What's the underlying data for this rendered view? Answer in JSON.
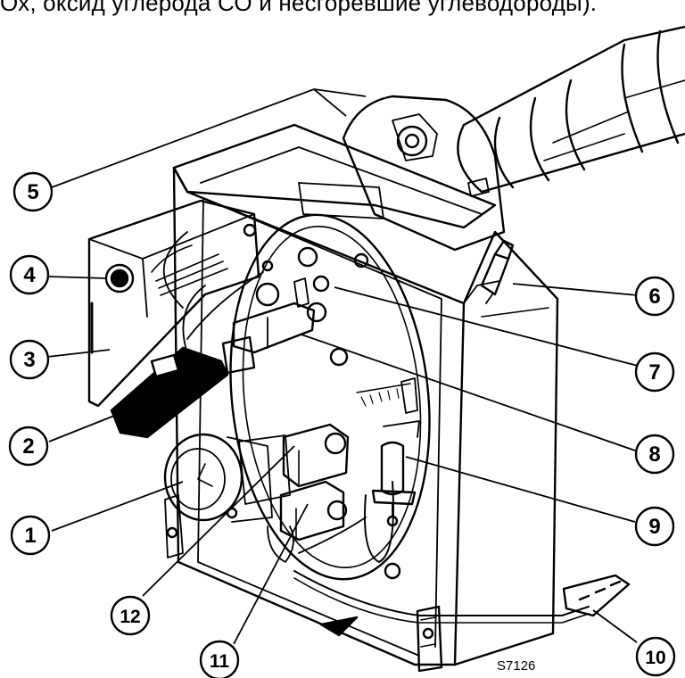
{
  "header_text": "Ох, оксид углерода СО и несгоревшие углеводороды).",
  "callouts": [
    {
      "id": "1",
      "label": "1"
    },
    {
      "id": "2",
      "label": "2"
    },
    {
      "id": "3",
      "label": "3"
    },
    {
      "id": "4",
      "label": "4"
    },
    {
      "id": "5",
      "label": "5"
    },
    {
      "id": "6",
      "label": "6"
    },
    {
      "id": "7",
      "label": "7"
    },
    {
      "id": "8",
      "label": "8"
    },
    {
      "id": "9",
      "label": "9"
    },
    {
      "id": "10",
      "label": "10"
    },
    {
      "id": "11",
      "label": "11"
    },
    {
      "id": "12",
      "label": "12"
    }
  ],
  "drawing_code": "S7126"
}
